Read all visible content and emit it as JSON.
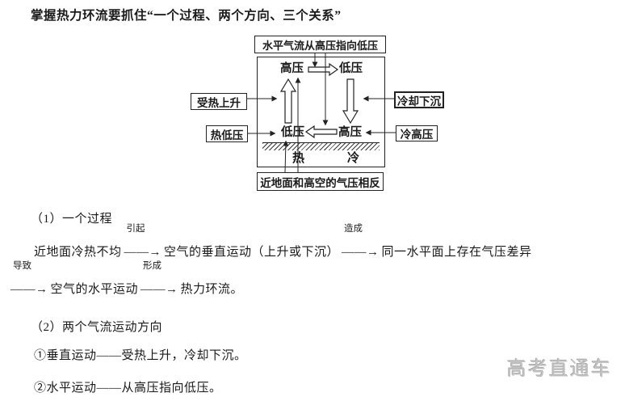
{
  "title": "掌握热力环流要抓住“一个过程、两个方向、三个关系”",
  "diagram": {
    "top_box": "水平气流从高压指向低压",
    "bottom_box": "近地面和高空的气压相反",
    "left_top_box": "受热上升",
    "left_bottom_box": "热低压",
    "right_top_box": "冷却下沉",
    "right_bottom_box": "冷高压",
    "upper_left_pressure": "高压",
    "upper_right_pressure": "低压",
    "surface_left_pressure": "低压",
    "surface_right_pressure": "高压",
    "ground_left_label": "热",
    "ground_right_label": "冷"
  },
  "sections": {
    "h1": "（1）一个过程",
    "h2": "（2）两个气流运动方向",
    "items": [
      "①垂直运动——受热上升，冷却下沉。",
      "②水平运动——从高压指向低压。"
    ]
  },
  "process": {
    "arrow_glyph": "——→",
    "segments": [
      {
        "t": "近地面冷热不均"
      },
      {
        "a": "引起"
      },
      {
        "t": "空气的垂直运动（上升或下沉）"
      },
      {
        "a": "造成"
      },
      {
        "t": "同一水平面上存在气压差异"
      },
      {
        "a": "导致"
      },
      {
        "t": "空气的水平运动"
      },
      {
        "a": "形成"
      },
      {
        "t": "热力环流。"
      }
    ]
  },
  "watermark": "高考直通车",
  "colors": {
    "ink": "#1a1a1a",
    "line": "#222222",
    "watermark": "#c4c4c4"
  }
}
